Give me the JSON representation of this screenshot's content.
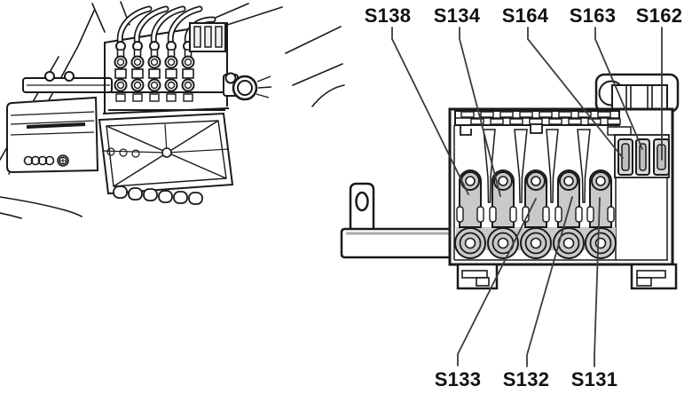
{
  "labels": {
    "top": [
      "S138",
      "S134",
      "S164",
      "S163",
      "S162"
    ],
    "bottom": [
      "S133",
      "S132",
      "S131"
    ]
  },
  "colors": {
    "outline": "#1a1a1a",
    "fuse_fill": "#c9c9c9",
    "mini_fuse_fill": "#d9d9d9",
    "mini_fuse_slot": "#bfbfbf",
    "leader_line": "#3c3c3c",
    "background": "#ffffff"
  },
  "icons": {
    "badge": "audi-rings",
    "left_figure": "battery-fuse-box-location",
    "right_figure": "fuse-holder-front-view"
  }
}
